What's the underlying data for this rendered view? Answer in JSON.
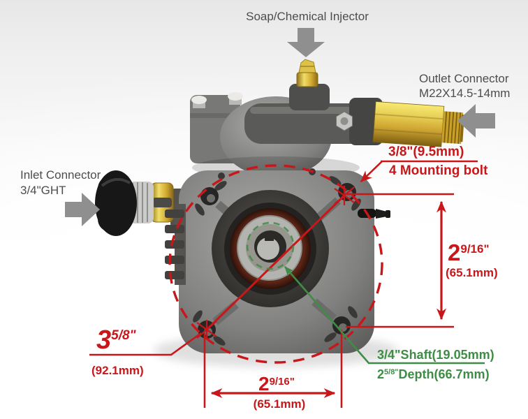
{
  "colors": {
    "annotation_red": "#c8171a",
    "annotation_green": "#3f8c46",
    "arrow_gray": "#8f8f8f",
    "label_gray": "#4d4d4d",
    "brass_yellow": "#d4ab31"
  },
  "callouts": {
    "soap_injector": {
      "label": "Soap/Chemical Injector"
    },
    "outlet": {
      "line1": "Outlet Connector",
      "line2": "M22X14.5-14mm"
    },
    "inlet": {
      "line1": "Inlet Connector",
      "line2": "3/4\"GHT"
    },
    "mounting_bolt": {
      "size": "3/8\"(9.5mm)",
      "count": "4 Mounting bolt"
    }
  },
  "dimensions": {
    "bolt_vertical_spacing": {
      "value": "2",
      "fraction": "9/16\"",
      "metric": "(65.1mm)"
    },
    "bolt_diagonal_spacing": {
      "value": "3",
      "fraction": "5/8\"",
      "metric": "(92.1mm)"
    },
    "bolt_horizontal_spacing": {
      "value": "2",
      "fraction": "9/16\"",
      "metric": "(65.1mm)"
    },
    "shaft": {
      "label": "3/4\"Shaft(19.05mm)"
    },
    "depth": {
      "value": "2",
      "fraction": "5/8\"",
      "label": "Depth(66.7mm)"
    }
  }
}
